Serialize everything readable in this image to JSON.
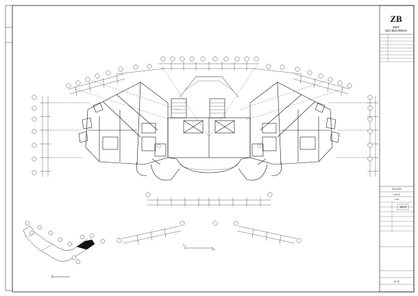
{
  "title_block": {
    "logo_mark": "ZB",
    "company_line1": "新城市",
    "company_line2": "民用工程设计有限公司",
    "drawing_code": "ZJGZ-501",
    "drawing_code2": "ZJGZ-27",
    "scale_label": "1:100",
    "stamp_text": "出图专用",
    "sheet_label": "第 1 页"
  },
  "plan": {
    "scale_bar_label": "0",
    "scale_bar_end": "5m"
  },
  "colors": {
    "line": "#111111",
    "watermark": "#cfcfcf"
  }
}
